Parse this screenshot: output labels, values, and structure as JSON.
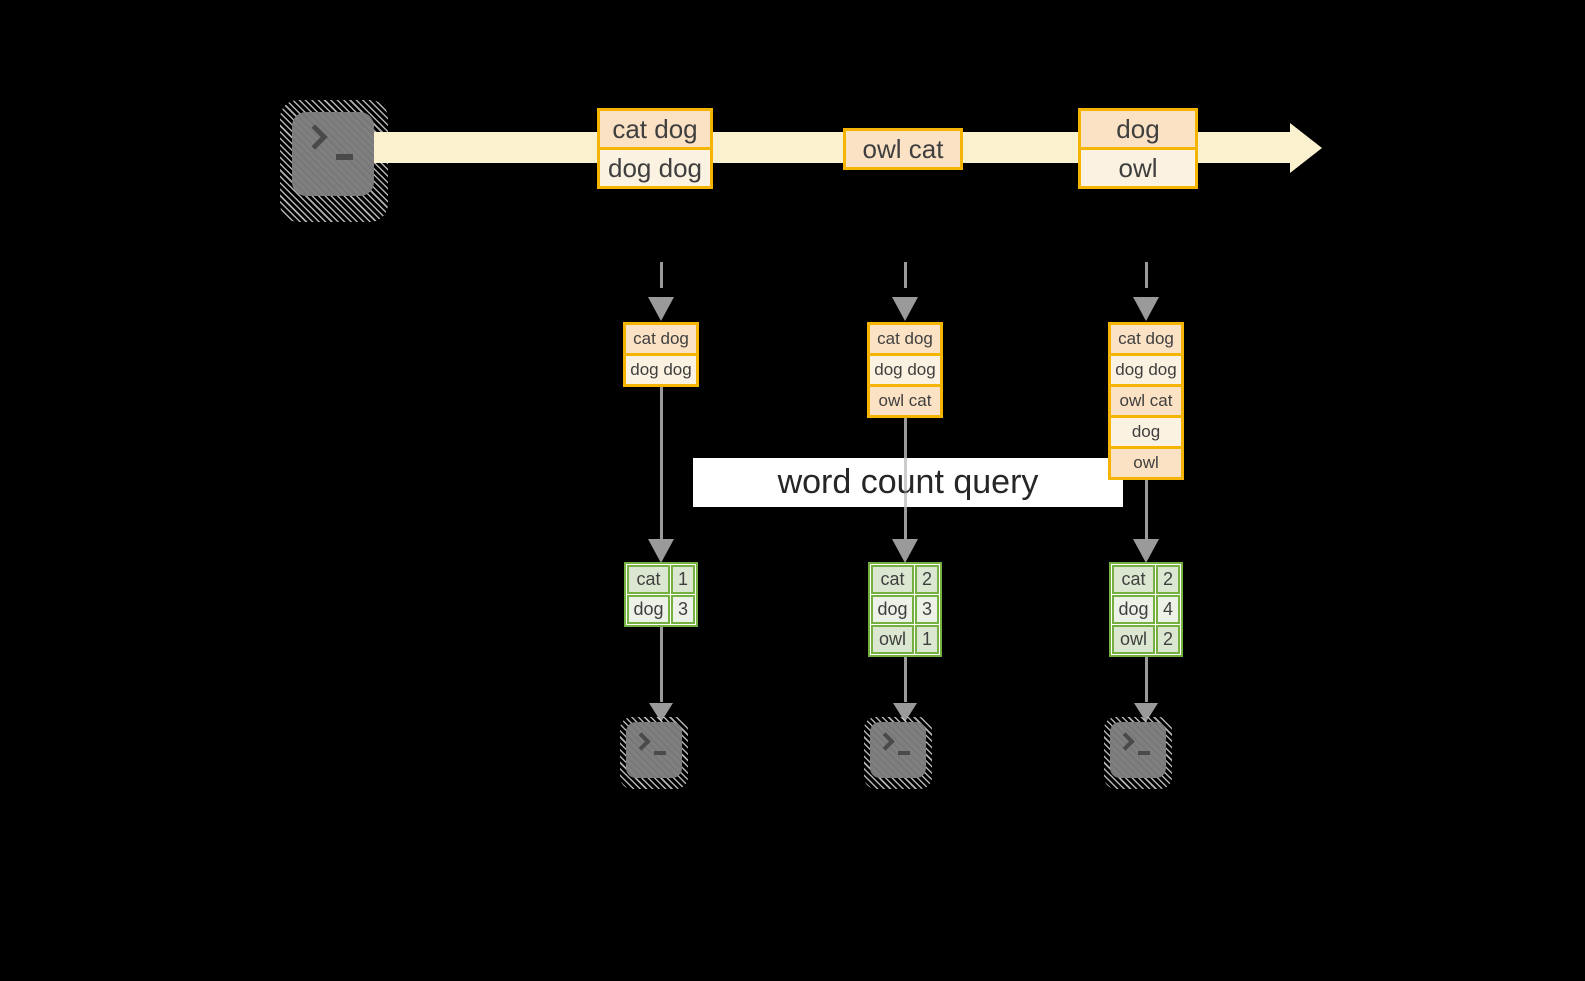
{
  "colors": {
    "background": "#000000",
    "stream_band": "#FAF1CF",
    "event_box_border": "#F4B400",
    "event_fill_dark": "#FBE2C5",
    "event_fill_light": "#FCF2E1",
    "count_table_border": "#76B041",
    "count_fill_dark": "#DCE7D1",
    "count_fill_light": "#EDF2E8",
    "arrow_gray": "#9A9A9A",
    "terminal_gray": "#7F7F7F",
    "text_dark": "#3F3F3F",
    "query_band_bg": "#FFFFFF"
  },
  "query_label": "word count query",
  "stream": {
    "events": [
      {
        "lines": [
          "cat dog",
          "dog dog"
        ]
      },
      {
        "lines": [
          "owl cat"
        ]
      },
      {
        "lines": [
          "dog",
          "owl"
        ]
      }
    ]
  },
  "columns": [
    {
      "buffer": [
        "cat dog",
        "dog dog"
      ],
      "counts": [
        {
          "word": "cat",
          "count": "1"
        },
        {
          "word": "dog",
          "count": "3"
        }
      ]
    },
    {
      "buffer": [
        "cat dog",
        "dog dog",
        "owl cat"
      ],
      "counts": [
        {
          "word": "cat",
          "count": "2"
        },
        {
          "word": "dog",
          "count": "3"
        },
        {
          "word": "owl",
          "count": "1"
        }
      ]
    },
    {
      "buffer": [
        "cat dog",
        "dog dog",
        "owl cat",
        "dog",
        "owl"
      ],
      "counts": [
        {
          "word": "cat",
          "count": "2"
        },
        {
          "word": "dog",
          "count": "4"
        },
        {
          "word": "owl",
          "count": "2"
        }
      ]
    }
  ]
}
